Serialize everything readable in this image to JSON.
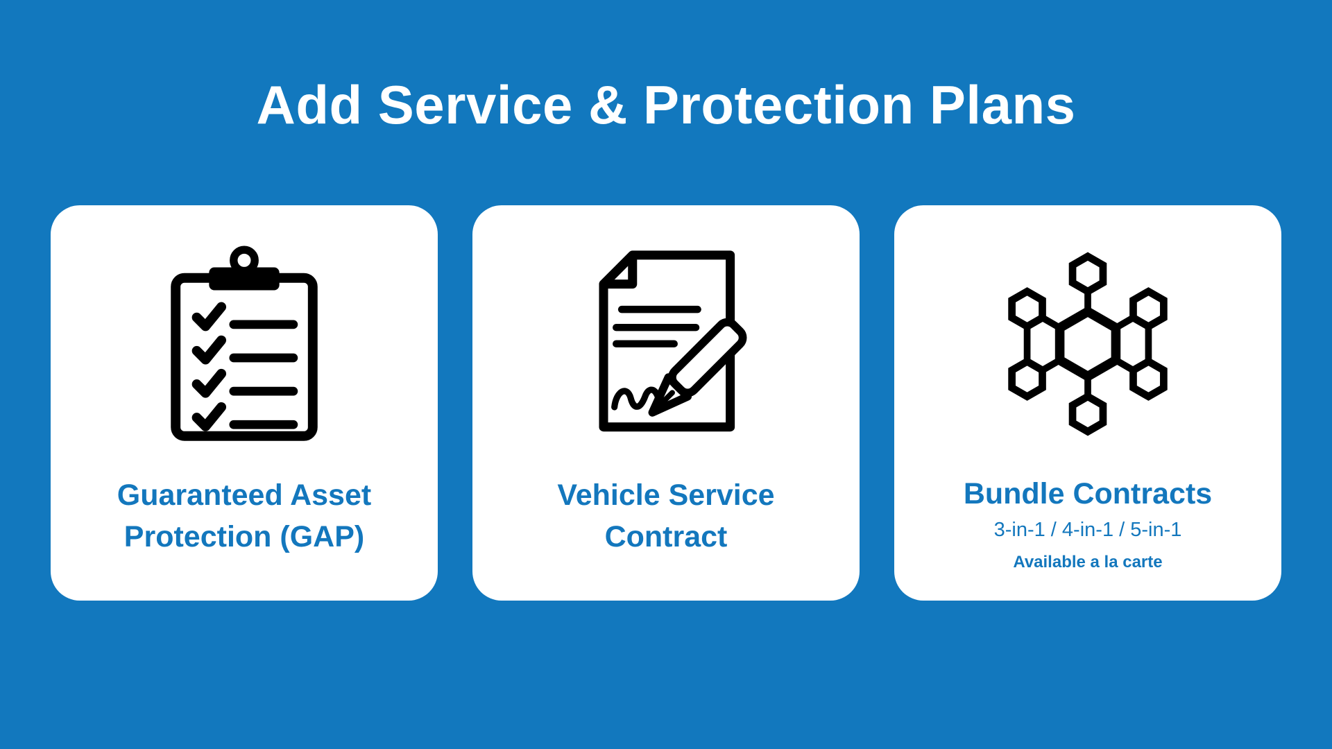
{
  "theme": {
    "background": "#1278BE",
    "card_background": "#FFFFFF",
    "accent_text": "#1377BD",
    "title_color": "#FFFFFF",
    "icon_color": "#000000"
  },
  "header": {
    "title": "Add Service & Protection Plans"
  },
  "cards": [
    {
      "id": "gap",
      "icon": "clipboard-checklist-icon",
      "title": "Guaranteed Asset Protection (GAP)",
      "title_line1": "Guaranteed Asset",
      "title_line2": "Protection (GAP)"
    },
    {
      "id": "vehicle-service-contract",
      "icon": "contract-signature-icon",
      "title": "Vehicle Service Contract",
      "title_line1": "Vehicle Service",
      "title_line2": "Contract"
    },
    {
      "id": "bundle-contracts",
      "icon": "bundle-network-icon",
      "title": "Bundle Contracts",
      "title_line1": "Bundle Contracts",
      "subtitle": "3-in-1 / 4-in-1 / 5-in-1",
      "note": "Available a la carte"
    }
  ]
}
